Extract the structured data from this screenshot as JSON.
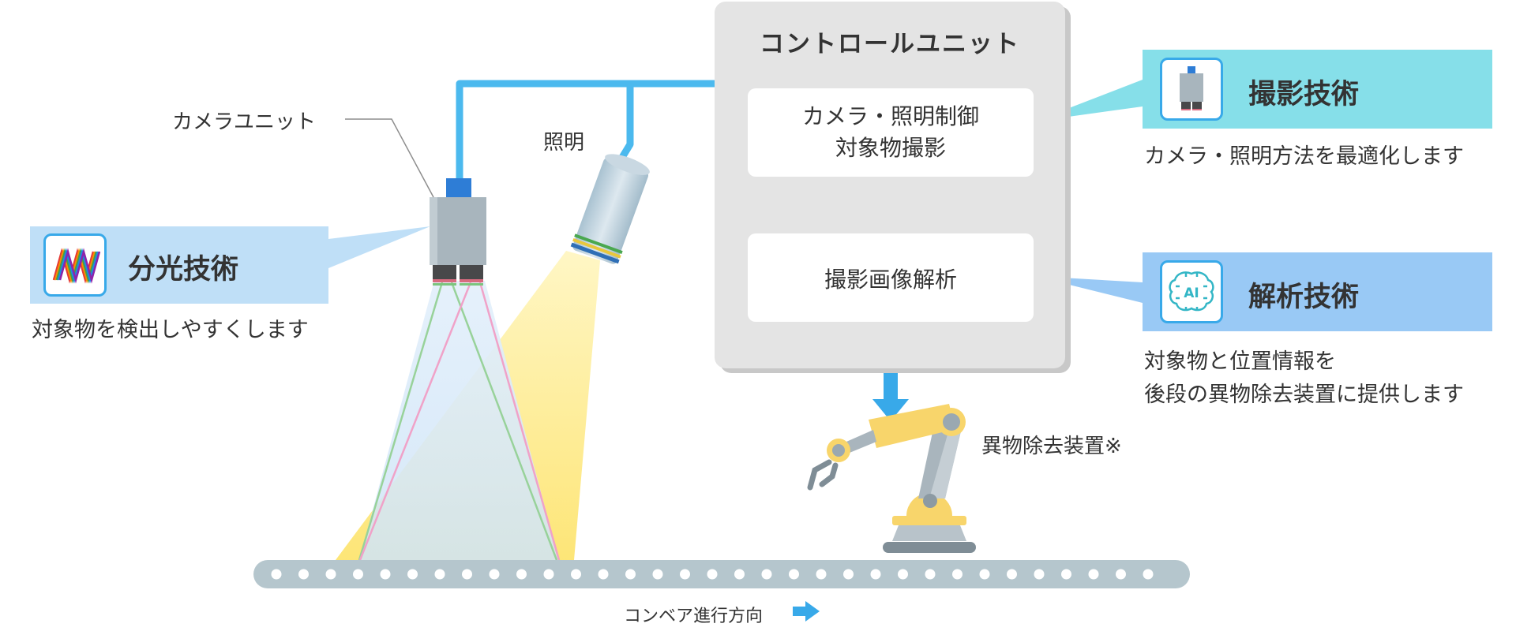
{
  "control_unit": {
    "title": "コントロールユニット",
    "step1_line1": "カメラ・照明制御",
    "step1_line2": "対象物撮影",
    "step2": "撮影画像解析"
  },
  "labels": {
    "camera_unit": "カメラユニット",
    "lighting": "照明",
    "removal_device": "異物除去装置※",
    "conveyor_direction": "コンベア進行方向"
  },
  "techs": {
    "spectral": {
      "title": "分光技術",
      "desc": "対象物を検出しやすくします",
      "icon": "spectrum-wave-icon"
    },
    "imaging": {
      "title": "撮影技術",
      "desc": "カメラ・照明方法を最適化します",
      "icon": "camera-icon"
    },
    "analysis": {
      "title": "解析技術",
      "desc_line1": "対象物と位置情報を",
      "desc_line2": "後段の異物除去装置に提供します",
      "icon": "ai-brain-icon",
      "icon_text": "AI"
    }
  },
  "colors": {
    "cable_blue": "#4bb9ee",
    "arrow_blue": "#38a9e9",
    "spectral_bg": "#bfdff7",
    "imaging_bg": "#86dfe9",
    "analysis_bg": "#99c9f5",
    "conveyor": "#b5c6cd",
    "light_beam": "#fde680",
    "robot_yellow": "#f8d56b",
    "robot_gray": "#a9b5bd"
  }
}
